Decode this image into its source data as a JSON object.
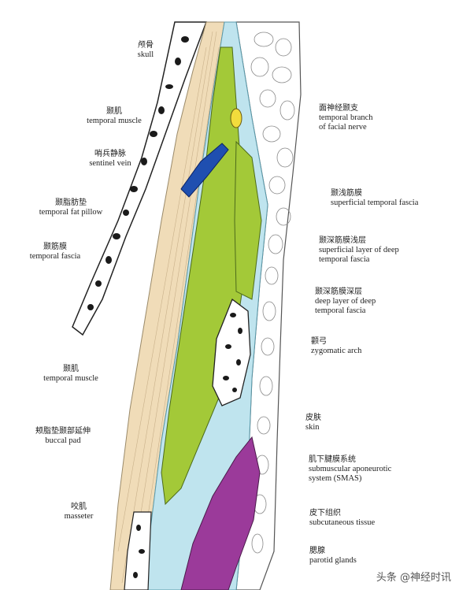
{
  "left_labels": [
    {
      "id": "skull",
      "zh": "颅骨",
      "en": "skull"
    },
    {
      "id": "temporal-muscle-top",
      "zh": "颞肌",
      "en": "temporal muscle"
    },
    {
      "id": "sentinel-vein",
      "zh": "哨兵静脉",
      "en": "sentinel vein"
    },
    {
      "id": "temporal-fat-pillow",
      "zh": "颞脂肪垫",
      "en": "temporal fat pillow"
    },
    {
      "id": "temporal-fascia",
      "zh": "颞筋膜",
      "en": "temporal fascia"
    },
    {
      "id": "temporal-muscle-bottom",
      "zh": "颞肌",
      "en": "temporal muscle"
    },
    {
      "id": "buccal-pad",
      "zh": "颊脂垫颞部延伸",
      "en": "buccal pad"
    },
    {
      "id": "masseter",
      "zh": "咬肌",
      "en": "masseter"
    }
  ],
  "right_labels": [
    {
      "id": "temporal-branch-facial-nerve",
      "zh": "面神经颞支",
      "en": "temporal branch",
      "en2": "of facial nerve"
    },
    {
      "id": "superficial-temporal-fascia",
      "zh": "颞浅筋膜",
      "en": "superficial temporal fascia",
      "en2": ""
    },
    {
      "id": "superficial-layer-deep-temporal-fascia",
      "zh": "颞深筋膜浅层",
      "en": "superficial layer of deep",
      "en2": "temporal fascia"
    },
    {
      "id": "deep-layer-deep-temporal-fascia",
      "zh": "颞深筋膜深层",
      "en": "deep layer of deep",
      "en2": "temporal fascia"
    },
    {
      "id": "zygomatic-arch",
      "zh": "颧弓",
      "en": "zygomatic arch",
      "en2": ""
    },
    {
      "id": "skin",
      "zh": "皮肤",
      "en": "skin",
      "en2": ""
    },
    {
      "id": "smas",
      "zh": "肌下腱膜系统",
      "en": "submuscular aponeurotic",
      "en2": "system (SMAS)"
    },
    {
      "id": "subcutaneous-tissue",
      "zh": "皮下组织",
      "en": "subcutaneous tissue",
      "en2": ""
    },
    {
      "id": "parotid-glands",
      "zh": "腮腺",
      "en": "parotid glands",
      "en2": ""
    }
  ],
  "watermark": "头条 @神经时讯",
  "colors": {
    "fat_green": "#a3c938",
    "muscle_beige": "#f0dcb8",
    "fascia_blue": "#bfe4ee",
    "parotid_purple": "#9b3a9a",
    "vein_blue": "#1f4fb0",
    "nerve_yellow": "#f2dc3c",
    "bone_dark": "#1a1a1a"
  }
}
